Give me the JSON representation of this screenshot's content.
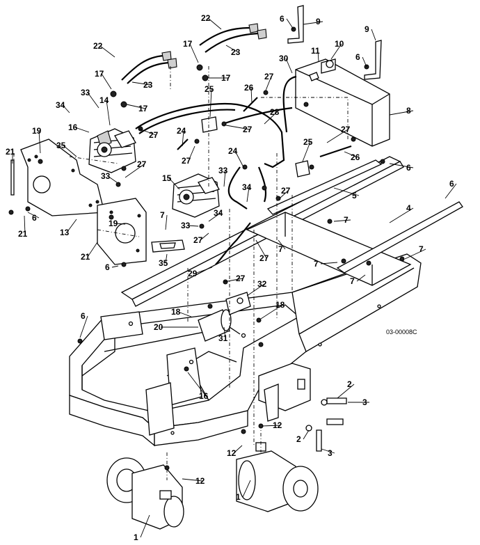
{
  "drawing_code": "03-00008C",
  "callouts": [
    {
      "text": "1"
    },
    {
      "text": "1"
    },
    {
      "text": "2"
    },
    {
      "text": "2"
    },
    {
      "text": "3"
    },
    {
      "text": "3"
    },
    {
      "text": "4"
    },
    {
      "text": "5"
    },
    {
      "text": "6"
    },
    {
      "text": "6"
    },
    {
      "text": "6"
    },
    {
      "text": "6"
    },
    {
      "text": "6"
    },
    {
      "text": "6"
    },
    {
      "text": "6"
    },
    {
      "text": "7"
    },
    {
      "text": "7"
    },
    {
      "text": "7"
    },
    {
      "text": "7"
    },
    {
      "text": "7"
    },
    {
      "text": "7"
    },
    {
      "text": "8"
    },
    {
      "text": "9"
    },
    {
      "text": "9"
    },
    {
      "text": "10"
    },
    {
      "text": "11"
    },
    {
      "text": "12"
    },
    {
      "text": "12"
    },
    {
      "text": "12"
    },
    {
      "text": "13"
    },
    {
      "text": "14"
    },
    {
      "text": "15"
    },
    {
      "text": "16"
    },
    {
      "text": "16"
    },
    {
      "text": "17"
    },
    {
      "text": "17"
    },
    {
      "text": "17"
    },
    {
      "text": "17"
    },
    {
      "text": "18"
    },
    {
      "text": "18"
    },
    {
      "text": "19"
    },
    {
      "text": "19"
    },
    {
      "text": "20"
    },
    {
      "text": "21"
    },
    {
      "text": "21"
    },
    {
      "text": "21"
    },
    {
      "text": "22"
    },
    {
      "text": "22"
    },
    {
      "text": "23"
    },
    {
      "text": "23"
    },
    {
      "text": "24"
    },
    {
      "text": "24"
    },
    {
      "text": "25"
    },
    {
      "text": "25"
    },
    {
      "text": "26"
    },
    {
      "text": "26"
    },
    {
      "text": "27"
    },
    {
      "text": "27"
    },
    {
      "text": "27"
    },
    {
      "text": "27"
    },
    {
      "text": "27"
    },
    {
      "text": "27"
    },
    {
      "text": "27"
    },
    {
      "text": "27"
    },
    {
      "text": "27"
    },
    {
      "text": "27"
    },
    {
      "text": "28"
    },
    {
      "text": "29"
    },
    {
      "text": "30"
    },
    {
      "text": "31"
    },
    {
      "text": "32"
    },
    {
      "text": "33"
    },
    {
      "text": "33"
    },
    {
      "text": "33"
    },
    {
      "text": "33"
    },
    {
      "text": "34"
    },
    {
      "text": "34"
    },
    {
      "text": "34"
    },
    {
      "text": "35"
    },
    {
      "text": "35"
    }
  ]
}
